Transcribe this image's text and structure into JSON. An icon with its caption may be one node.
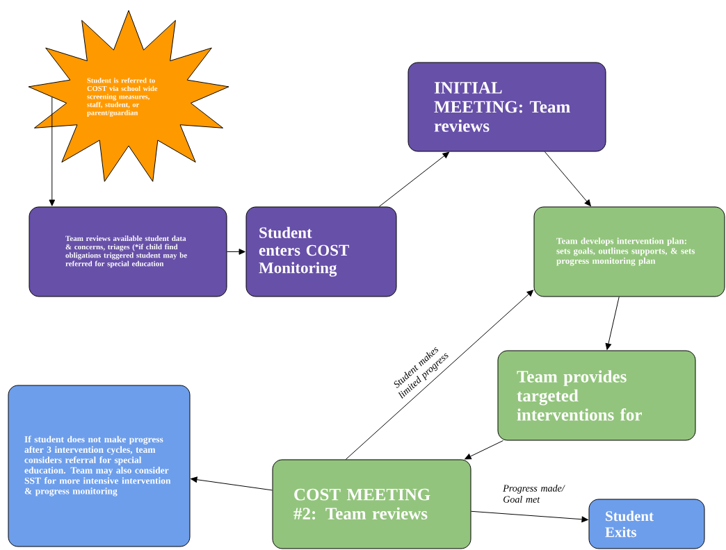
{
  "diagram": {
    "nodes": [
      {
        "text": [
          "Student is referred to COST via school wide screening measures, staff, student, or parent/guardian"
        ]
      },
      {
        "text": [
          "Team reviews available student data & concerns, triages (*if child find obligations triggered student may be referred for special education"
        ]
      },
      {
        "text": [
          "Student enters COST Monitoring"
        ]
      },
      {
        "text": [
          "INITIAL MEETING: Team reviews"
        ]
      },
      {
        "text": [
          "Team develops intervention plan: sets goals, outlines supports, & sets progress monitoring plan"
        ]
      },
      {
        "text": [
          "Team provides targeted interventions for"
        ]
      },
      {
        "text": [
          "COST MEETING #2: Team reviews"
        ]
      },
      {
        "text": [
          "If student does not make progress after 3 intervention cycles, team considers referral for special education. Team may also consider SST for more intensive intervention & progress monitoring"
        ]
      },
      {
        "text": [
          "Student Exits"
        ]
      }
    ],
    "edges": [
      {
        "from": 0,
        "to": 1,
        "arrow": "to"
      },
      {
        "from": 1,
        "to": 2,
        "arrow": "to"
      },
      {
        "from": 2,
        "to": 3,
        "arrow": "to"
      },
      {
        "from": 3,
        "to": 4,
        "arrow": "to"
      },
      {
        "from": 4,
        "to": 5,
        "arrow": "to"
      },
      {
        "from": 5,
        "to": 6,
        "arrow": "to"
      },
      {
        "from": 6,
        "to": 4,
        "arrow": "to",
        "label": "Student makes limited progress"
      },
      {
        "from": 6,
        "to": 7,
        "arrow": "to"
      },
      {
        "from": 6,
        "to": 8,
        "arrow": "to",
        "label": "Progress made/ Goal met"
      }
    ]
  }
}
